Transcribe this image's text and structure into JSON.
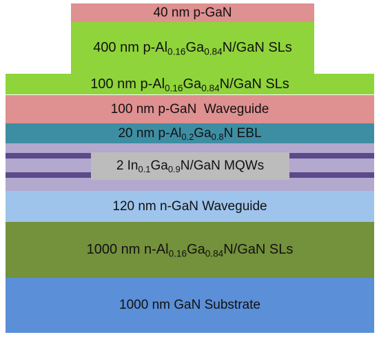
{
  "colors": {
    "p_gan": "#df9090",
    "p_algan_sls": "#8fd43a",
    "ebl": "#3e8ea3",
    "mqw_well": "#5c4a8a",
    "mqw_barrier": "#b3a8ce",
    "mqw_label_box": "#bcbcbc",
    "n_waveguide": "#9ec4ec",
    "n_algan_sls": "#74913c",
    "substrate": "#5b8fd7"
  },
  "layers": {
    "cap_pgan": {
      "parts": [
        "40 nm p-GaN"
      ]
    },
    "pSL_400": {
      "parts": [
        "400 nm p-Al",
        "0.16",
        "Ga",
        "0.84",
        "N/GaN SLs"
      ]
    },
    "pSL_100": {
      "parts": [
        "100 nm p-Al",
        "0.16",
        "Ga",
        "0.84",
        "N/GaN SLs"
      ]
    },
    "p_waveguide": {
      "parts": [
        "100 nm p-GaN  Waveguide"
      ]
    },
    "ebl": {
      "parts": [
        "20 nm p-Al",
        "0.2",
        "Ga",
        "0.8",
        "N EBL"
      ]
    },
    "mqw": {
      "parts": [
        "2 In",
        "0.1",
        "Ga",
        "0.9",
        "N/GaN MQWs"
      ]
    },
    "n_waveguide": {
      "parts": [
        "120 nm n-GaN Waveguide"
      ]
    },
    "nSL_1000": {
      "parts": [
        "1000 nm n-Al",
        "0.16",
        "Ga",
        "0.84",
        "N/GaN SLs"
      ]
    },
    "substrate": {
      "parts": [
        "1000 nm GaN Substrate"
      ]
    }
  }
}
